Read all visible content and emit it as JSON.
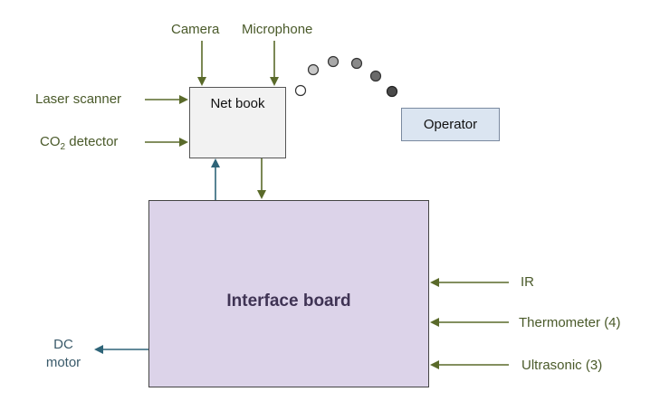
{
  "inputs_top": {
    "camera": "Camera",
    "microphone": "Microphone"
  },
  "inputs_left": {
    "laser_scanner": "Laser scanner",
    "co2_prefix": "CO",
    "co2_sub": "2",
    "co2_suffix": " detector"
  },
  "netbook": {
    "label": "Net book"
  },
  "operator": {
    "label": "Operator"
  },
  "board": {
    "label": "Interface board"
  },
  "inputs_right": {
    "ir": "IR",
    "thermometer": "Thermometer (4)",
    "ultrasonic": "Ultrasonic (3)"
  },
  "output": {
    "line1": "DC",
    "line2": "motor"
  },
  "colors": {
    "input_arrow": "#5a6a2a",
    "output_arrow": "#2e6478",
    "netbook_fill": "#f2f2f2",
    "operator_fill": "#dbe5f1",
    "board_fill": "#dcd3e9"
  }
}
